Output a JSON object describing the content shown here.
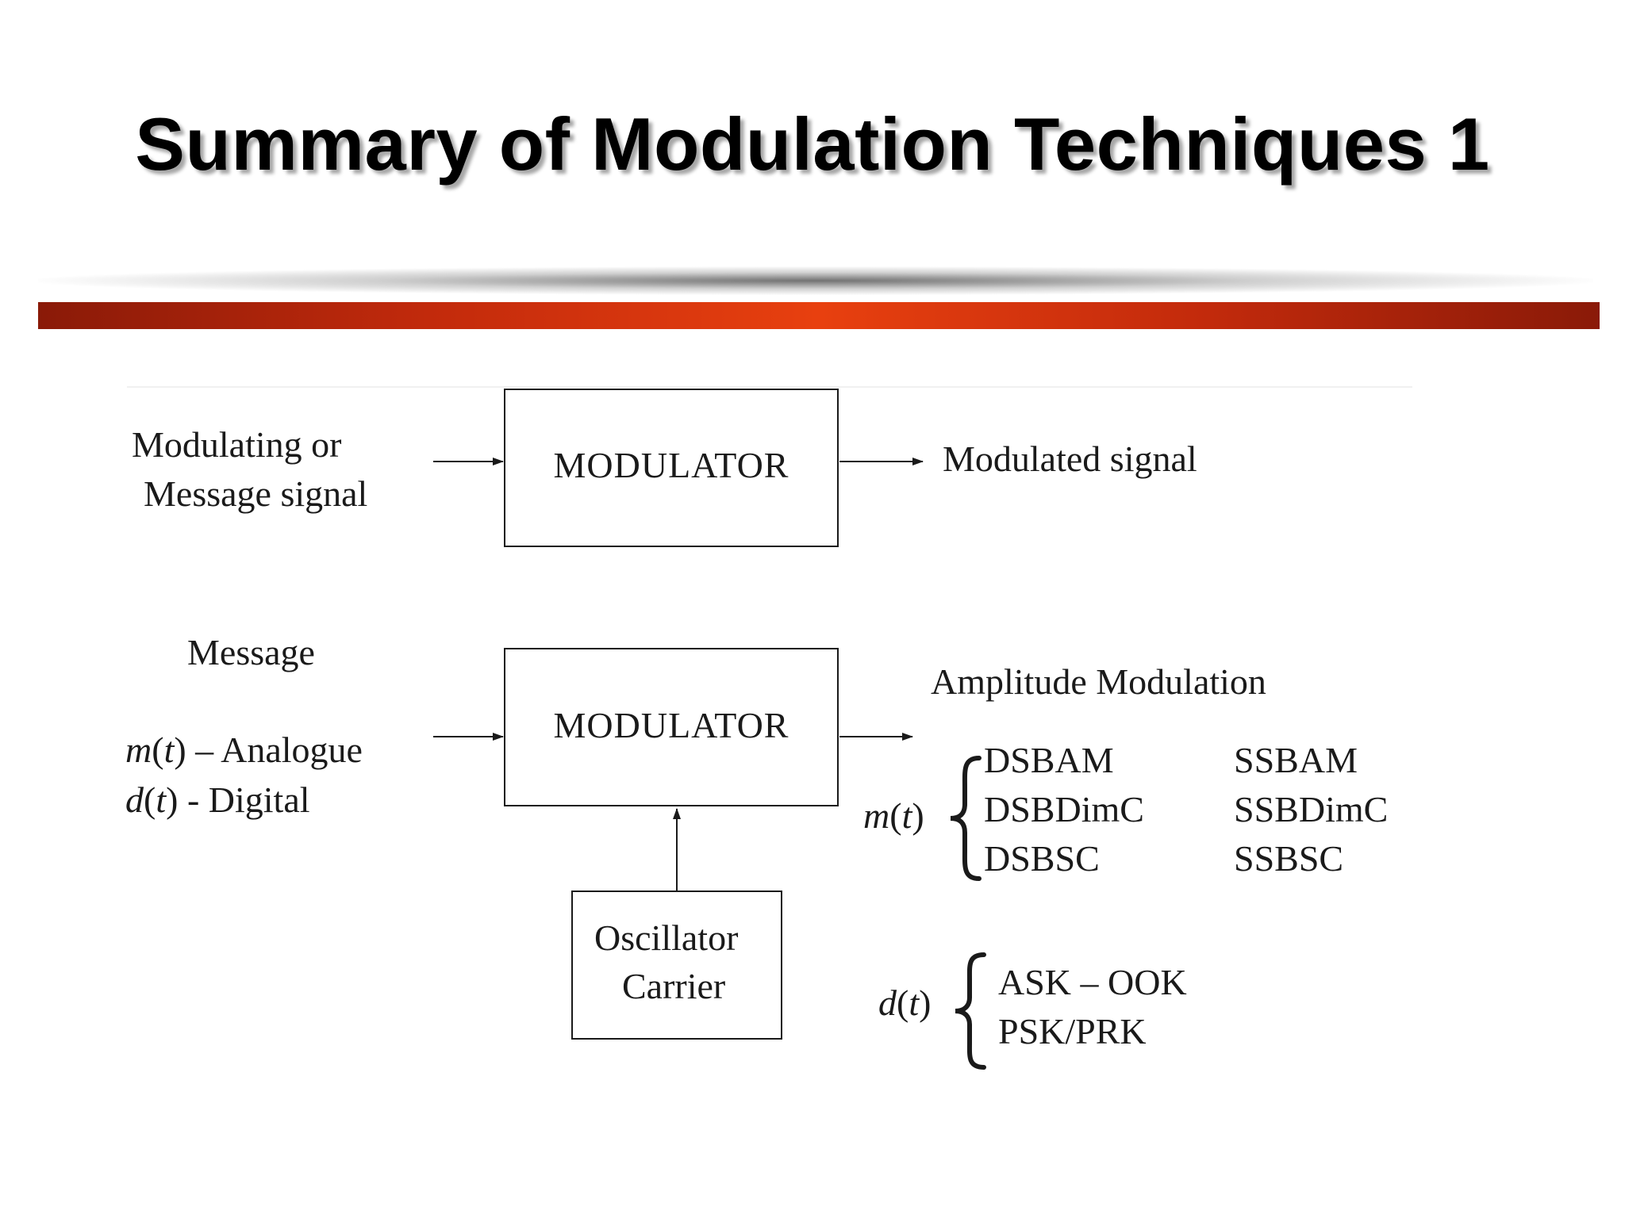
{
  "title": "Summary of Modulation Techniques 1",
  "diagram1": {
    "input_line1": "Modulating or",
    "input_line2": "Message signal",
    "block": "MODULATOR",
    "output": "Modulated signal"
  },
  "diagram2": {
    "input_heading": "Message",
    "analogue_var": "m",
    "analogue_arg": "t",
    "analogue_text": " – Analogue",
    "digital_var": "d",
    "digital_arg": "t",
    "digital_text": " - Digital",
    "block": "MODULATOR",
    "oscillator_line1": "Oscillator",
    "oscillator_line2": "Carrier",
    "output_heading": "Amplitude Modulation",
    "analogue_group": {
      "var": "m",
      "arg": "t",
      "col1": [
        "DSBAM",
        "DSBDimC",
        "DSBSC"
      ],
      "col2": [
        "SSBAM",
        "SSBDimC",
        "SSBSC"
      ]
    },
    "digital_group": {
      "var": "d",
      "arg": "t",
      "items": [
        "ASK – OOK",
        "PSK/PRK"
      ]
    }
  },
  "colors": {
    "bar_center": "#e8400f",
    "bar_edge": "#8a1a08",
    "line": "#1a1a1a"
  }
}
